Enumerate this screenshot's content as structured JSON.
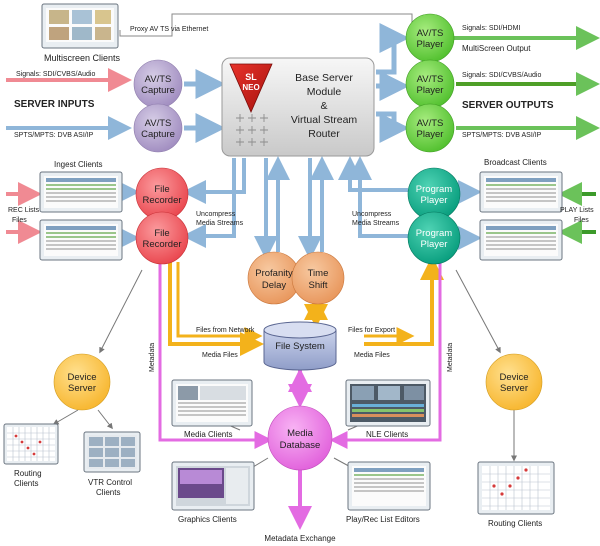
{
  "colors": {
    "blue_arrow": "#8fb6d9",
    "gold_arrow": "#f3b21b",
    "magenta_arrow": "#e36be2",
    "red_arrow": "#f08a93",
    "green_arrow": "#6bc25a",
    "capture_node": "#b6a6cf",
    "player_node": "#77d64f",
    "recorder_node": "#f26268",
    "program_node": "#11b391",
    "orange_node": "#efad76",
    "device_node": "#ffc74d",
    "database_node": "#ee7fe8",
    "filesystem_node": "#aab6d8"
  },
  "logo": {
    "line1": "SL",
    "line2": "NEO"
  },
  "server": {
    "line1": "Base Server",
    "line2": "Module",
    "line3": "&",
    "line4": "Virtual Stream",
    "line5": "Router"
  },
  "nodes": {
    "capture1": [
      "AV/TS",
      "Capture"
    ],
    "capture2": [
      "AV/TS",
      "Capture"
    ],
    "player1": [
      "AV/TS",
      "Player"
    ],
    "player2": [
      "AV/TS",
      "Player"
    ],
    "player3": [
      "AV/TS",
      "Player"
    ],
    "recorder1": [
      "File",
      "Recorder"
    ],
    "recorder2": [
      "File",
      "Recorder"
    ],
    "program1": [
      "Program",
      "Player"
    ],
    "program2": [
      "Program",
      "Player"
    ],
    "profanity": [
      "Profanity",
      "Delay"
    ],
    "timeshift": [
      "Time",
      "Shift"
    ],
    "device_left": [
      "Device",
      "Server"
    ],
    "device_right": [
      "Device",
      "Server"
    ],
    "database": [
      "Media",
      "Database"
    ],
    "filesystem": "File System"
  },
  "labels": {
    "multiscreen_clients": "Multiscreen Clients",
    "proxy": "Proxy AV TS via Ethernet",
    "signals_in": "Signals: SDI/CVBS/Audio",
    "server_inputs": "SERVER INPUTS",
    "spts_in": "SPTS/MPTS: DVB ASI/IP",
    "signals_sdi_hdmi": "Signals: SDI/HDMI",
    "multiscreen_output": "MultiScreen Output",
    "signals_out": "Signals: SDI/CVBS/Audio",
    "server_outputs": "SERVER OUTPUTS",
    "spts_out": "SPTS/MPTS: DVB ASI/IP",
    "ingest_clients": "Ingest Clients",
    "broadcast_clients": "Broadcast  Clients",
    "rec_lists": [
      "REC Lists",
      "Files"
    ],
    "play_lists": [
      "PLAY Lists",
      "Files"
    ],
    "uncompress_left": [
      "Uncompress",
      "Media Streams"
    ],
    "uncompress_right": [
      "Uncompress",
      "Media Streams"
    ],
    "files_from_network": "Files from Network",
    "media_files_left": "Media Files",
    "files_for_export": "Files for Export",
    "media_files_right": "Media Files",
    "metadata_left": "Metadata",
    "metadata_right": "Metadata",
    "media_clients": "Media Clients",
    "nle_clients": "NLE Clients",
    "routing_clients_left": [
      "Routing",
      "Clients"
    ],
    "vtr_control_clients": [
      "VTR Control",
      "Clients"
    ],
    "graphics_clients": "Graphics Clients",
    "playrec_editors": "Play/Rec List Editors",
    "routing_clients_right": "Routing Clients",
    "metadata_exchange": "Metadata Exchange"
  }
}
